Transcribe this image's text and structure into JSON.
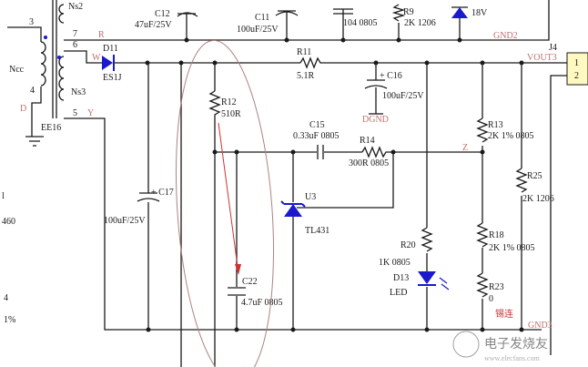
{
  "transformer": {
    "name": "EE16",
    "pins": [
      "3",
      "7",
      "6",
      "4",
      "5"
    ],
    "windings": [
      "Ncc",
      "Ns3"
    ],
    "top_winding": "Ns2"
  },
  "nets": {
    "r": "R",
    "w": "W",
    "d": "D",
    "y": "Y",
    "z": "Z",
    "gnd2": "GND2",
    "vout3": "VOUT3",
    "gnd3": "GND3",
    "dgnd": "DGND"
  },
  "components": {
    "c12": {
      "ref": "C12",
      "value": "47uF/25V"
    },
    "c11": {
      "ref": "C11",
      "value": "100uF/25V"
    },
    "c104": {
      "value": "104 0805"
    },
    "r9": {
      "ref": "R9",
      "value": "2K  1206"
    },
    "zener": {
      "value": "18V"
    },
    "d11": {
      "ref": "D11",
      "value": "ES1J"
    },
    "r11": {
      "ref": "R11",
      "value": "5.1R"
    },
    "c16": {
      "ref": "+ C16",
      "value": "100uF/25V"
    },
    "r12": {
      "ref": "R12",
      "value": "510R"
    },
    "c15": {
      "ref": "C15",
      "value": "0.33uF 0805"
    },
    "r14": {
      "ref": "R14",
      "value": "300R 0805"
    },
    "r13": {
      "ref": "R13",
      "value": "2K 1% 0805"
    },
    "r25": {
      "ref": "R25",
      "value": "2K 1206"
    },
    "c17": {
      "ref": "+ C17",
      "value": "100uF/25V"
    },
    "u3": {
      "ref": "U3",
      "value": "TL431"
    },
    "r20": {
      "ref": "R20",
      "value": "1K 0805"
    },
    "r18": {
      "ref": "R18",
      "value": "2K 1% 0805"
    },
    "d13": {
      "ref": "D13",
      "value": "LED"
    },
    "r23": {
      "ref": "R23",
      "value": "0",
      "note": "锡连"
    },
    "c22": {
      "ref": "C22",
      "value": "4.7uF 0805"
    },
    "j4": {
      "ref": "J4",
      "pins": [
        "1",
        "2"
      ]
    }
  },
  "edge_fragments": [
    "l",
    "460",
    "4",
    "1%"
  ],
  "watermark": "电子发烧友",
  "watermark_url": "www.elecfans.com",
  "colors": {
    "wire": "#1a1a1a",
    "diode": "#1a1acc",
    "net_label": "#c07070",
    "annotation": "#cc3333",
    "connector": "#fff8c0"
  }
}
